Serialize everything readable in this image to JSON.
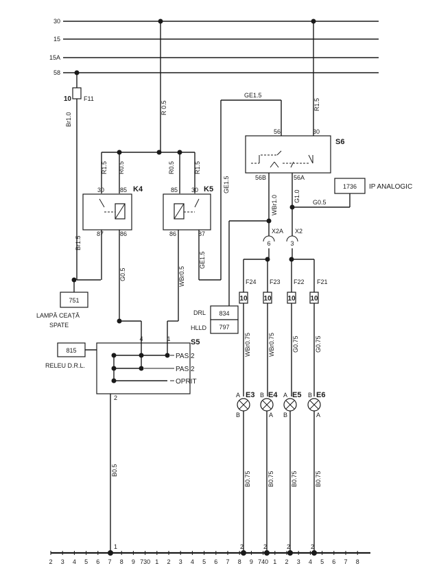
{
  "bus": {
    "labels": [
      "30",
      "15",
      "15A",
      "58"
    ]
  },
  "fuse_main": {
    "value": "10",
    "name": "F11"
  },
  "wires": {
    "br10": "Br1.0",
    "r05_top": "R 0.5",
    "r15_k4": "R1.5",
    "r05_k4": "R0.5",
    "r05_k5": "R0.5",
    "r15_k5": "R1.5",
    "br15": "Br1.5",
    "g05_k4": "G0.5",
    "wbr05": "WBr0.5",
    "ge15_left": "GE1.5",
    "ge15_top": "GE1.5",
    "ge15_mid": "GE1.5",
    "r15_s6": "R1.5",
    "wbr10": "WBr1.0",
    "g10": "G1.0",
    "g05_ip": "G0.5",
    "b05": "B0.5",
    "wbr075_a": "WBr0.75",
    "wbr075_b": "WBr0.75",
    "g075_a": "G0.75",
    "g075_b": "G0.75",
    "b075_1": "B0.75",
    "b075_2": "B0.75",
    "b075_3": "B0.75",
    "b075_4": "B0.75"
  },
  "relays": {
    "k4": {
      "name": "K4",
      "pins": [
        "30",
        "85",
        "87",
        "86"
      ]
    },
    "k5": {
      "name": "K5",
      "pins": [
        "85",
        "30",
        "86",
        "87"
      ]
    }
  },
  "switch_s6": {
    "name": "S6",
    "pins": [
      "56",
      "30",
      "56B",
      "56A"
    ]
  },
  "ip": {
    "code": "1736",
    "label": "IP ANALOGIC"
  },
  "connectors": {
    "x2a": "X2A",
    "x2": "X2",
    "pin6": "6",
    "pin3": "3"
  },
  "fuses": [
    {
      "name": "F24",
      "value": "10"
    },
    {
      "name": "F23",
      "value": "10"
    },
    {
      "name": "F22",
      "value": "10"
    },
    {
      "name": "F21",
      "value": "10"
    }
  ],
  "boxes": {
    "b751": "751",
    "b815": "815",
    "b834": "834",
    "b797": "797"
  },
  "texts": {
    "lampa": "LAMPĂ CEAȚĂ",
    "spate": "SPATE",
    "releu": "RELEU D.R.L.",
    "drl": "DRL",
    "hlld": "HLLD"
  },
  "s5": {
    "name": "S5",
    "pin4": "4",
    "pin1": "1",
    "pin2": "2",
    "positions": [
      "PAS 2",
      "PAS 2",
      "OPRIT"
    ]
  },
  "lamps": [
    {
      "name": "E3",
      "top": "A",
      "bottom": "B"
    },
    {
      "name": "E4",
      "top": "B",
      "bottom": "A"
    },
    {
      "name": "E5",
      "top": "A",
      "bottom": "B"
    },
    {
      "name": "E6",
      "top": "B",
      "bottom": "A"
    }
  ],
  "ground": {
    "pin_labels": [
      "1",
      "2",
      "2",
      "2",
      "2"
    ],
    "scale": [
      "2",
      "3",
      "4",
      "5",
      "6",
      "7",
      "8",
      "9",
      "730",
      "1",
      "2",
      "3",
      "4",
      "5",
      "6",
      "7",
      "8",
      "9",
      "740",
      "1",
      "2",
      "3",
      "4",
      "5",
      "6",
      "7",
      "8"
    ]
  }
}
